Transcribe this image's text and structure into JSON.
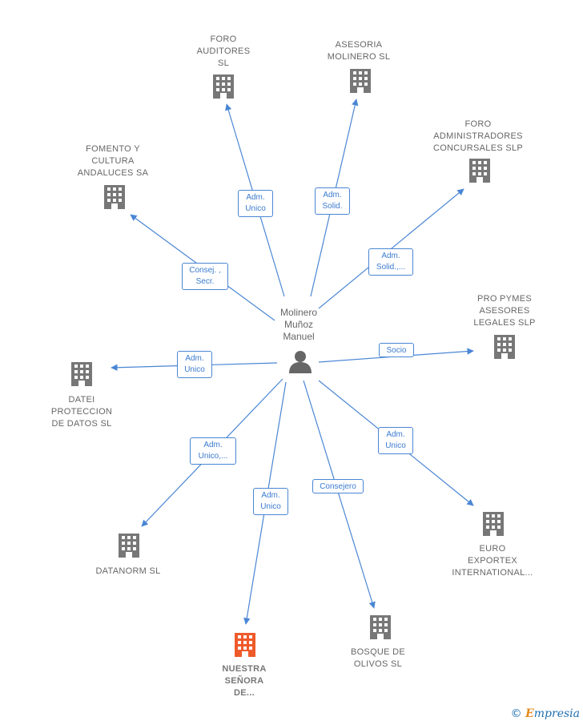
{
  "colors": {
    "edge": "#4a86d4",
    "building": "#777777",
    "highlight": "#ef5a2a",
    "person": "#666666"
  },
  "center": {
    "name": "Molinero\nMuñoz\nManuel",
    "icon": "person-icon"
  },
  "nodes": [
    {
      "id": "foro-auditores",
      "name": "FORO\nAUDITORES\nSL",
      "icon": "building-icon",
      "highlight": false,
      "relation": "Adm.\nUnico"
    },
    {
      "id": "asesoria-molinero",
      "name": "ASESORIA\nMOLINERO  SL",
      "icon": "building-icon",
      "highlight": false,
      "relation": "Adm.\nSolid."
    },
    {
      "id": "foro-administradores",
      "name": "FORO\nADMINISTRADORES\nCONCURSALES SLP",
      "icon": "building-icon",
      "highlight": false,
      "relation": "Adm.\nSolid.,..."
    },
    {
      "id": "fomento-cultura",
      "name": "FOMENTO Y\nCULTURA\nANDALUCES SA",
      "icon": "building-icon",
      "highlight": false,
      "relation": "Consej. ,\nSecr."
    },
    {
      "id": "pro-pymes",
      "name": "PRO PYMES\nASESORES\nLEGALES SLP",
      "icon": "building-icon",
      "highlight": false,
      "relation": "Socio"
    },
    {
      "id": "datei",
      "name": "DATEI\nPROTECCION\nDE DATOS  SL",
      "icon": "building-icon",
      "highlight": false,
      "relation": "Adm.\nUnico"
    },
    {
      "id": "euro-exportex",
      "name": "EURO\nEXPORTEX\nINTERNATIONAL...",
      "icon": "building-icon",
      "highlight": false,
      "relation": "Adm.\nUnico"
    },
    {
      "id": "datanorm",
      "name": "DATANORM  SL",
      "icon": "building-icon",
      "highlight": false,
      "relation": "Adm.\nUnico,..."
    },
    {
      "id": "nuestra-senora",
      "name": "NUESTRA\nSEÑORA\nDE...",
      "icon": "building-icon",
      "highlight": true,
      "relation": "Adm.\nUnico"
    },
    {
      "id": "bosque-olivos",
      "name": "BOSQUE DE\nOLIVOS  SL",
      "icon": "building-icon",
      "highlight": false,
      "relation": "Consejero"
    }
  ],
  "brand": {
    "copyright": "©",
    "initial": "E",
    "text": "mpresia"
  }
}
